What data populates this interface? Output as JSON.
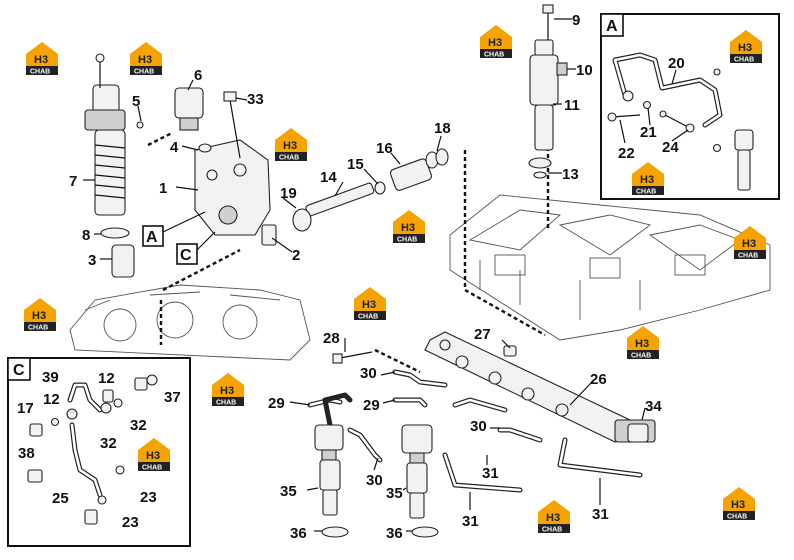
{
  "watermark": {
    "text_top": "H3",
    "text_bottom": "CHAB",
    "color_main": "#f5a300",
    "color_dark": "#222222"
  },
  "inset_a": {
    "tag": "A"
  },
  "inset_c": {
    "tag": "C"
  },
  "main_tags": {
    "a": "A",
    "c": "C"
  },
  "callouts": {
    "c1": "1",
    "c2": "2",
    "c3": "3",
    "c4": "4",
    "c5": "5",
    "c6": "6",
    "c7": "7",
    "c8": "8",
    "c9": "9",
    "c10": "10",
    "c11": "11",
    "c13": "13",
    "c14": "14",
    "c15": "15",
    "c16": "16",
    "c18": "18",
    "c19": "19",
    "c20": "20",
    "c21": "21",
    "c22": "22",
    "c24": "24",
    "c26": "26",
    "c27": "27",
    "c28": "28",
    "c29a": "29",
    "c29b": "29",
    "c30a": "30",
    "c30b": "30",
    "c30c": "30",
    "c31a": "31",
    "c31b": "31",
    "c31c": "31",
    "c33": "33",
    "c34": "34",
    "c35a": "35",
    "c35b": "35",
    "c36a": "36",
    "c36b": "36",
    "c17": "17",
    "c12a": "12",
    "c12b": "12",
    "c39": "39",
    "c37": "37",
    "c32a": "32",
    "c32b": "32",
    "c38": "38",
    "c23a": "23",
    "c23b": "23",
    "c25": "25"
  }
}
